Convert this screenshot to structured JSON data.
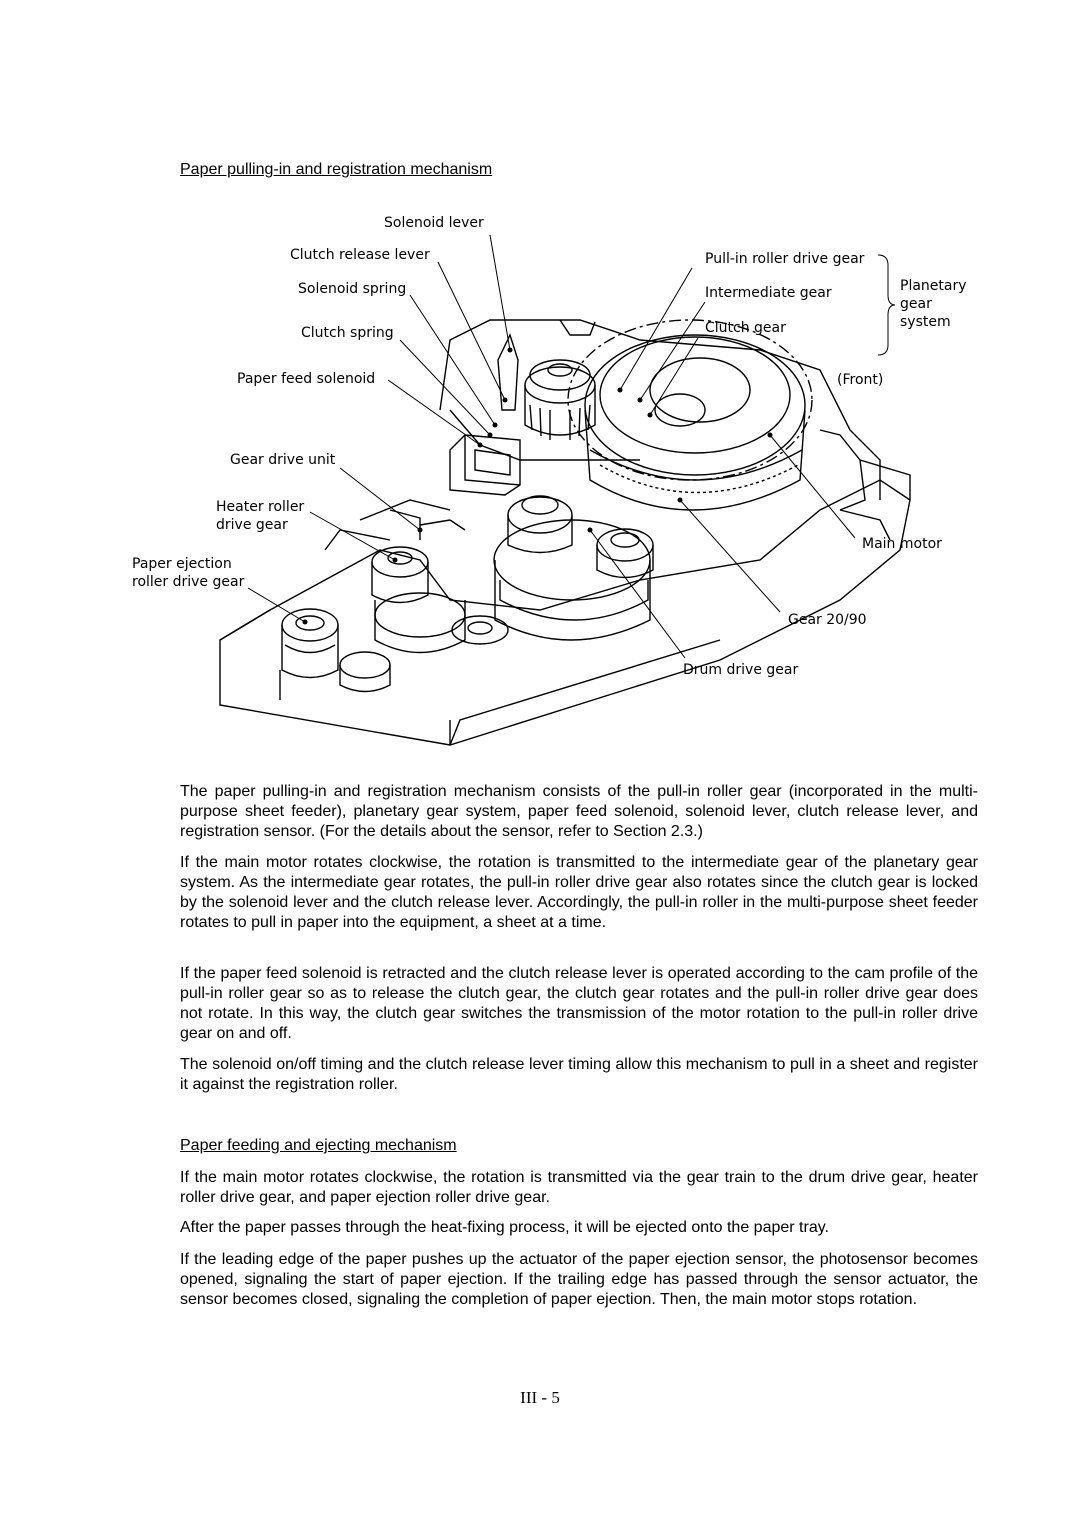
{
  "section1": {
    "heading": "Paper pulling-in and registration mechanism"
  },
  "figure": {
    "labels": {
      "solenoid_lever": "Solenoid lever",
      "clutch_release_lever": "Clutch release lever",
      "solenoid_spring": "Solenoid spring",
      "clutch_spring": "Clutch spring",
      "paper_feed_solenoid": "Paper feed solenoid",
      "gear_drive_unit": "Gear drive unit",
      "heater_roller_line1": "Heater roller",
      "heater_roller_line2": "drive gear",
      "paper_ejection_line1": "Paper ejection",
      "paper_ejection_line2": "roller drive gear",
      "pullin_roller_drive_gear": "Pull-in roller drive gear",
      "intermediate_gear": "Intermediate gear",
      "clutch_gear": "Clutch gear",
      "planetary_line1": "Planetary",
      "planetary_line2": "gear",
      "planetary_line3": "system",
      "front": "(Front)",
      "main_motor": "Main motor",
      "gear_20_90": "Gear 20/90",
      "drum_drive_gear": "Drum drive gear"
    }
  },
  "paragraphs": {
    "p1": "The paper pulling-in and registration mechanism consists of the pull-in roller gear (incorporated in the multi-purpose sheet feeder), planetary gear system, paper feed solenoid, solenoid lever, clutch release lever, and registration sensor.  (For the details about the sensor, refer to Section 2.3.)",
    "p2": "If the main motor rotates clockwise, the rotation is transmitted to the intermediate gear of the planetary gear system.  As the intermediate gear rotates, the pull-in roller drive gear also rotates since the clutch gear is locked by the solenoid lever and the clutch release lever.  Accordingly, the pull-in roller in the multi-purpose sheet feeder rotates to pull in paper into the equipment, a sheet at a time.",
    "p3": "If the paper feed solenoid is retracted and the clutch release lever is operated according to the cam profile of the pull-in roller gear so as to release the clutch gear, the clutch gear rotates and the pull-in roller drive gear does not rotate.  In this way, the clutch gear switches the transmission of the motor rotation to the pull-in roller drive gear on and off.",
    "p4": "The solenoid on/off timing and the clutch release lever timing allow this mechanism to pull in a sheet and register it against the registration roller.",
    "p5": "If the main motor rotates clockwise, the rotation is transmitted via the gear train to the drum drive gear, heater roller drive gear, and paper ejection roller drive gear.",
    "p6": "After the paper passes through the heat-fixing process, it will be ejected onto the paper tray.",
    "p7": "If the leading edge of the paper pushes up the actuator of the paper ejection sensor, the photosensor becomes opened, signaling the start of paper ejection.  If the trailing edge has passed through the sensor actuator, the sensor becomes closed, signaling the completion of paper ejection.  Then, the main motor stops rotation."
  },
  "section2": {
    "heading": "Paper feeding and ejecting mechanism"
  },
  "footer": {
    "page_number": "III - 5"
  }
}
